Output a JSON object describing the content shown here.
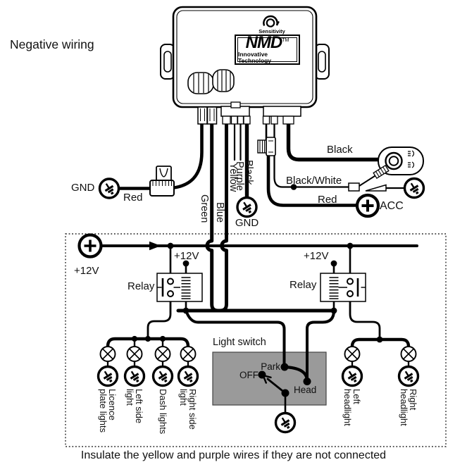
{
  "title": "Negative wiring",
  "module": {
    "brand": "NMD",
    "brand_tm": "TM",
    "brand_sub": "Innovative Technology",
    "knob_label": "Sensitivity"
  },
  "wires": {
    "green": "Green",
    "blue": "Blue",
    "yellow": "Yellow",
    "purple": "Purple",
    "black_vertical": "Black",
    "black_sensor": "Black",
    "black_white": "Black/White",
    "red_left": "Red",
    "red_right": "Red"
  },
  "terminals": {
    "gnd_left": "GND",
    "gnd_module": "GND",
    "acc": "ACC",
    "plus12v_source": "+12V",
    "plus12v_left_coil": "+12V",
    "plus12v_right_coil": "+12V"
  },
  "relays": {
    "left_label": "Relay",
    "right_label": "Relay"
  },
  "light_switch": {
    "label": "Light switch",
    "park": "Park",
    "off": "OFF",
    "head": "Head",
    "box_color": "#9a9a9a"
  },
  "lamps": {
    "left": [
      "Licence\nplate lights",
      "Left side\nlight",
      "Dash lights",
      "Right side\nlight"
    ],
    "right": [
      "Left\nheadlight",
      "Right\nheadlight"
    ]
  },
  "caption": "Insulate the yellow and purple wires if they are not connected"
}
